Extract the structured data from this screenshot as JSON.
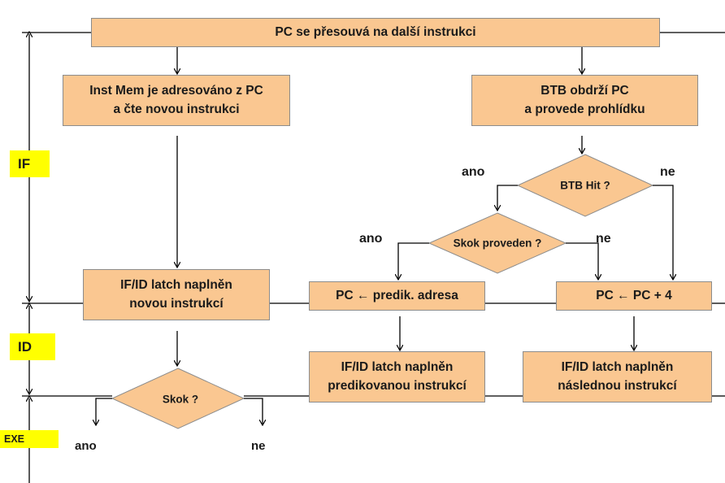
{
  "stages": {
    "if": "IF",
    "id": "ID",
    "exe": "EXE"
  },
  "boxes": {
    "pc_next": "PC se přesouvá na další instrukci",
    "inst_mem_1": "Inst Mem je adresováno z PC",
    "inst_mem_2": "a čte novou instrukci",
    "btb_1": "BTB obdrží PC",
    "btb_2": "a provede prohlídku",
    "latch_new_1": "IF/ID latch naplněn",
    "latch_new_2": "novou instrukcí",
    "pc_pred": "PC ← predik. adresa",
    "pc_plus4": "PC ← PC + 4",
    "latch_pred_1": "IF/ID latch naplněn",
    "latch_pred_2": "predikovanou instrukcí",
    "latch_next_1": "IF/ID latch naplněn",
    "latch_next_2": "následnou instrukcí"
  },
  "decisions": {
    "btb_hit": "BTB Hit ?",
    "skok_proveden": "Skok proveden ?",
    "skok": "Skok ?"
  },
  "branch_labels": {
    "btb_yes": "ano",
    "btb_no": "ne",
    "skok_proveden_yes": "ano",
    "skok_proveden_no": "ne",
    "skok_yes": "ano",
    "skok_no": "ne"
  },
  "colors": {
    "box_fill": "#fac791",
    "stage_highlight": "#ffff00",
    "line": "#000000"
  }
}
